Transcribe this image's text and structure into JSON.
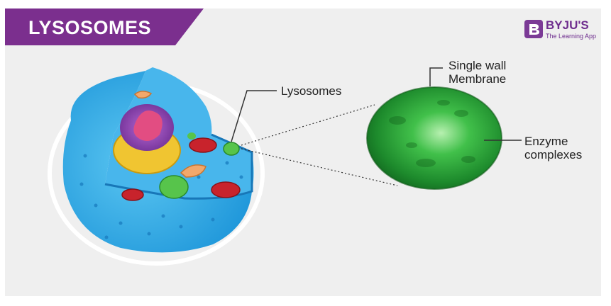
{
  "title": "LYSOSOMES",
  "brand": {
    "name": "BYJU'S",
    "tagline": "The Learning App",
    "color": "#6e2d8e"
  },
  "labels": {
    "lysosomes": "Lysosomes",
    "membrane_line1": "Single wall",
    "membrane_line2": "Membrane",
    "enzyme_line1": "Enzyme",
    "enzyme_line2": "complexes"
  },
  "colors": {
    "banner": "#7b2f8e",
    "cell_body": "#2aa7e6",
    "lysosome": "#2e9e3a",
    "nucleus": "#8e3fa8",
    "mitochondria": "#c8232c"
  }
}
